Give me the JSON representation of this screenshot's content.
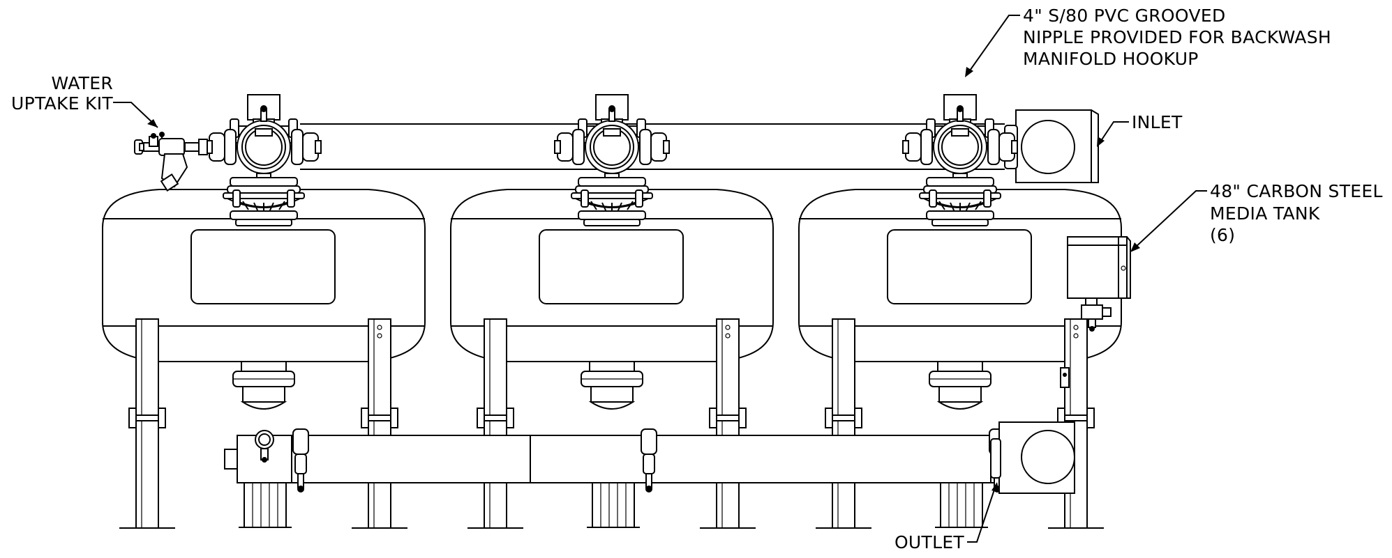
{
  "callouts": {
    "water_uptake": [
      "WATER",
      "UPTAKE KIT"
    ],
    "backwash_nipple": [
      "4\" S/80 PVC GROOVED",
      "NIPPLE PROVIDED FOR BACKWASH",
      "MANIFOLD HOOKUP"
    ],
    "inlet": "INLET",
    "media_tank": [
      "48\" CARBON STEEL",
      "MEDIA TANK",
      "(6)"
    ],
    "outlet": "OUTLET"
  }
}
